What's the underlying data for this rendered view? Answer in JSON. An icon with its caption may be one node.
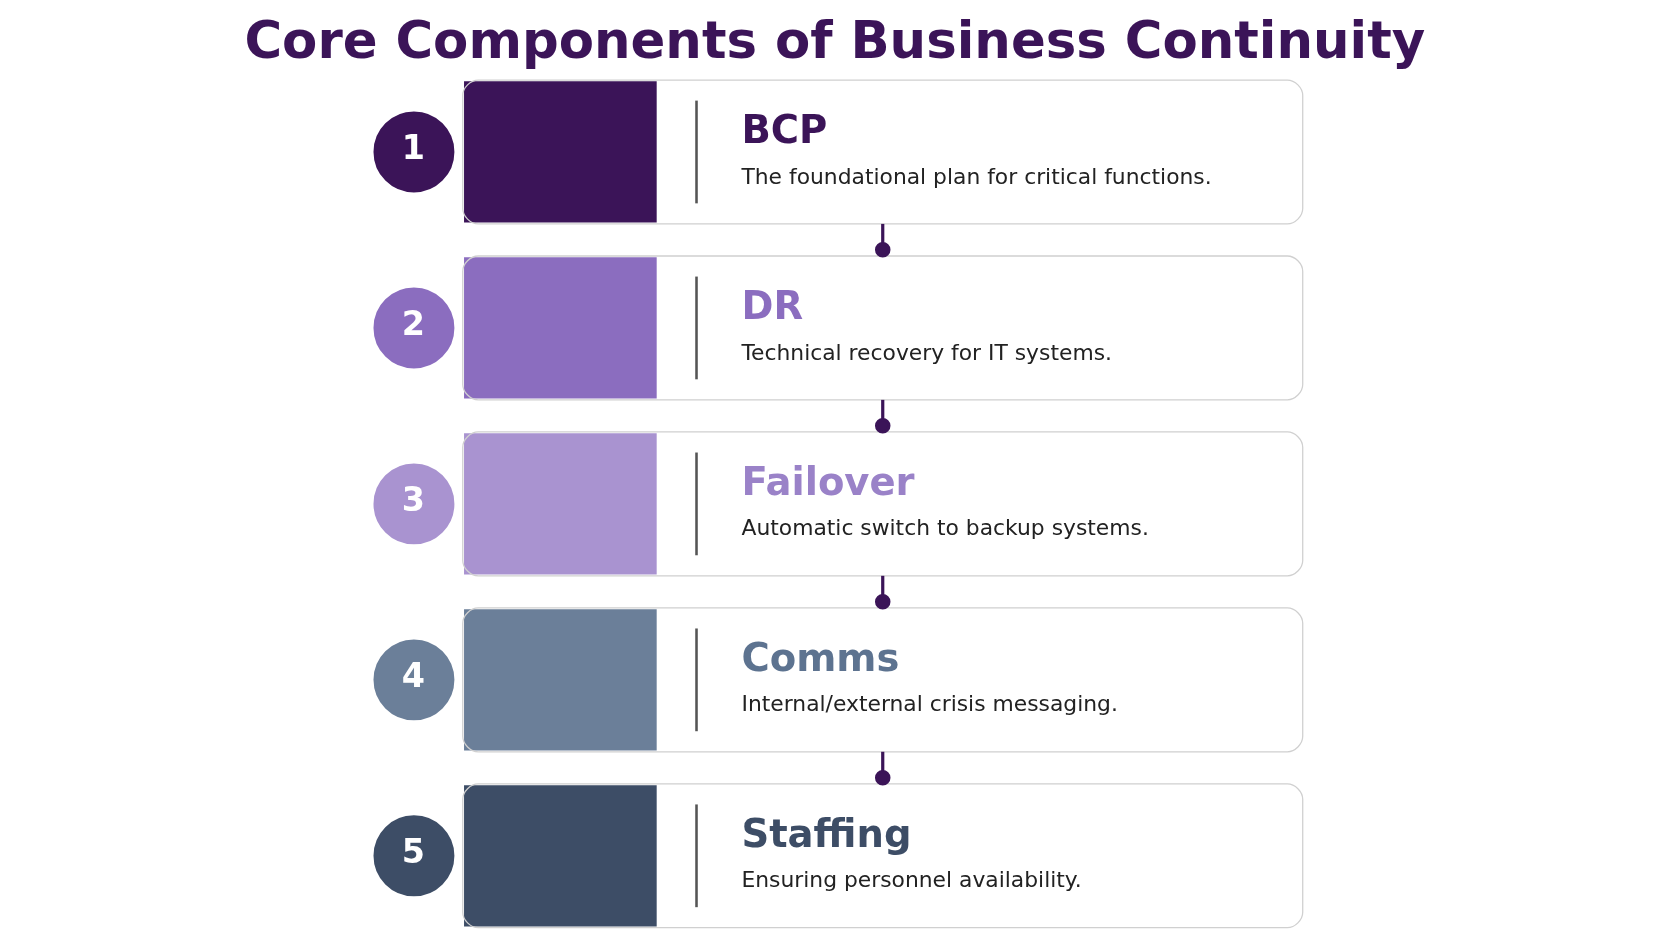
{
  "diagram": {
    "title": "Core Components of Business Continuity",
    "nodes": [
      {
        "text": [
          "1"
        ]
      },
      {
        "text": [
          "BCP",
          "The foundational plan for critical functions."
        ]
      },
      {
        "text": [
          "2"
        ]
      },
      {
        "text": [
          "DR",
          "Technical recovery for IT systems."
        ]
      },
      {
        "text": [
          "3"
        ]
      },
      {
        "text": [
          "Failover",
          "Automatic switch to backup systems."
        ]
      },
      {
        "text": [
          "4"
        ]
      },
      {
        "text": [
          "Comms",
          "Internal/external crisis messaging."
        ]
      },
      {
        "text": [
          "5"
        ]
      },
      {
        "text": [
          "Staffing",
          "Ensuring personnel availability."
        ]
      }
    ],
    "edges": [
      {
        "from": 1,
        "to": 3,
        "arrow": "other"
      },
      {
        "from": 3,
        "to": 5,
        "arrow": "other"
      },
      {
        "from": 5,
        "to": 7,
        "arrow": "other"
      },
      {
        "from": 7,
        "to": 9,
        "arrow": "other"
      }
    ]
  }
}
